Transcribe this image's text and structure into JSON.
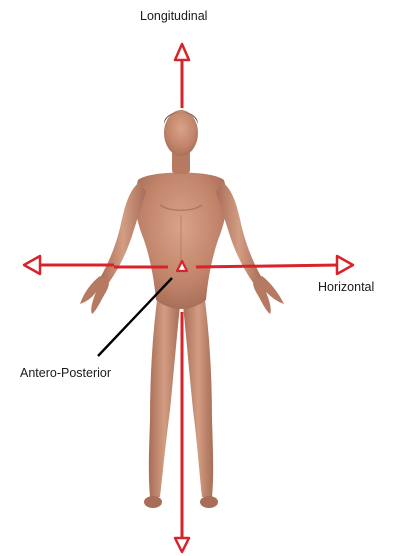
{
  "labels": {
    "longitudinal": "Longitudinal",
    "horizontal": "Horizontal",
    "antero_posterior": "Antero-Posterior"
  },
  "colors": {
    "axis": "#d8232a",
    "pointer": "#000000",
    "skin": "#c98e73",
    "skin_shadow": "#9c6550",
    "hair": "#4a3224"
  },
  "icons": {
    "figure": "human-body-figure"
  }
}
